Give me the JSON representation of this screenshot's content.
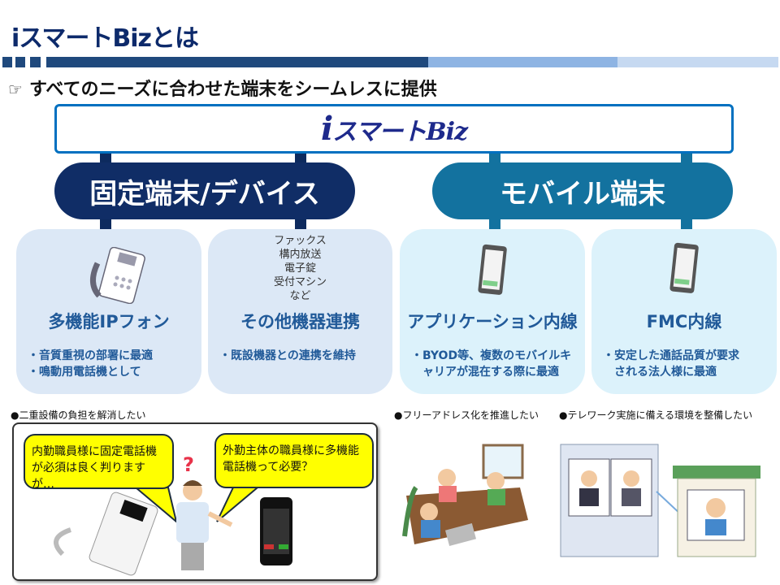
{
  "header": {
    "title": "iスマートBizとは",
    "subtitle_icon": "pointing-hand-icon",
    "subtitle_glyph": "☞",
    "subtitle": "すべてのニーズに合わせた端末をシームレスに提供"
  },
  "logo": {
    "i": "i",
    "rest": "スマートBiz"
  },
  "categories": [
    {
      "label": "固定端末/デバイス",
      "color": "#102d66"
    },
    {
      "label": "モバイル端末",
      "color": "#13729f"
    }
  ],
  "cards": [
    {
      "title": "多機能IPフォン",
      "desc": [
        "・音質重視の部署に最適",
        "・鳴動用電話機として"
      ]
    },
    {
      "title": "その他機器連携",
      "devices": [
        "ファックス",
        "構内放送",
        "電子錠",
        "受付マシン",
        "など"
      ],
      "desc": [
        "・既設機器との連携を維持"
      ]
    },
    {
      "title": "アプリケーション内線",
      "desc": [
        "・BYOD等、複数のモバイルキ",
        "　ャリアが混在する際に最適"
      ]
    },
    {
      "title": "FMC内線",
      "desc": [
        "・安定した通話品質が要求",
        "　される法人様に最適"
      ]
    }
  ],
  "scenarios": [
    {
      "label": "●二重設備の負担を解消したい",
      "bubble_left": [
        "内勤職員様に固定電話機",
        "が必須は良く判りますが…"
      ],
      "bubble_right": [
        "外勤主体の職員様に多機能",
        "電話機って必要？"
      ],
      "question": "?"
    },
    {
      "label": "●フリーアドレス化を推進したい"
    },
    {
      "label": "●テレワーク実施に備える環境を整備したい"
    }
  ]
}
